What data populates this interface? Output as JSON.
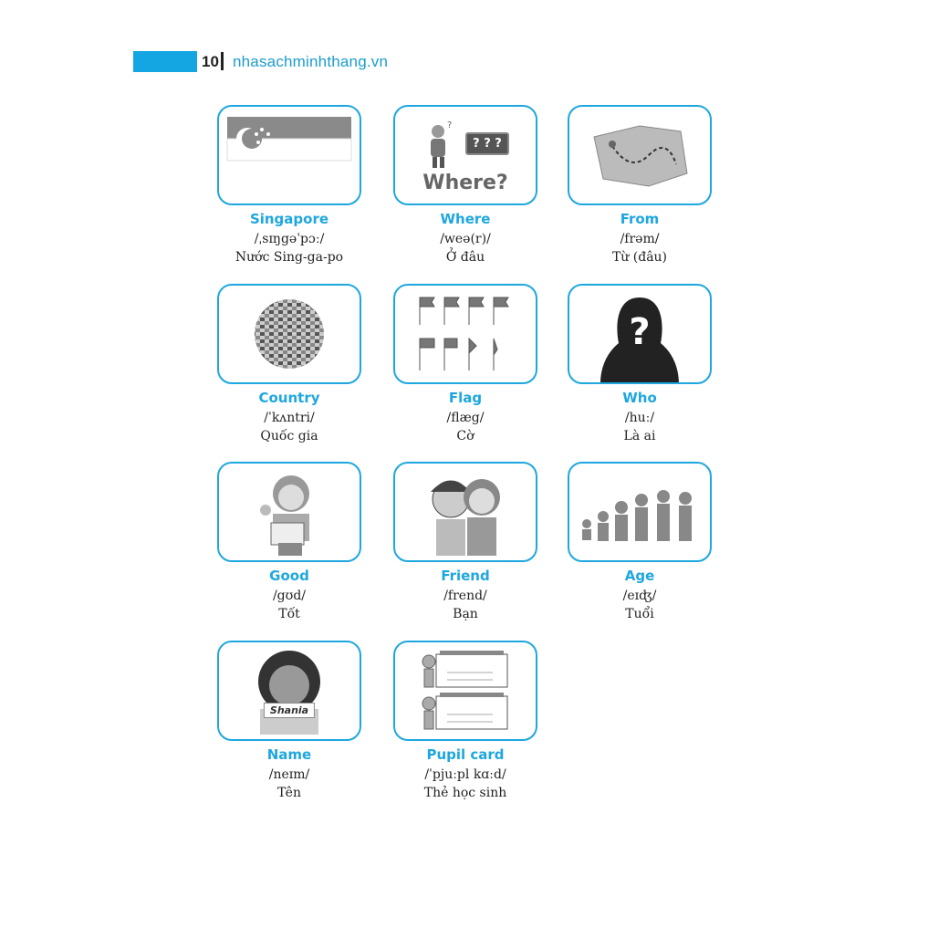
{
  "header": {
    "page_number": "10",
    "site": "nhasachminhthang.vn"
  },
  "items": [
    {
      "word": "Singapore",
      "ipa": "/ˌsɪŋgəˈpɔː/",
      "meaning": "Nước Sing-ga-po"
    },
    {
      "word": "Where",
      "ipa": "/weə(r)/",
      "meaning": "Ở đâu",
      "image_text": "Where?",
      "sign_text": "? ? ?"
    },
    {
      "word": "From",
      "ipa": "/frəm/",
      "meaning": "Từ (đâu)"
    },
    {
      "word": "Country",
      "ipa": "/ˈkʌntri/",
      "meaning": "Quốc gia"
    },
    {
      "word": "Flag",
      "ipa": "/flæg/",
      "meaning": "Cờ"
    },
    {
      "word": "Who",
      "ipa": "/huː/",
      "meaning": "Là ai",
      "image_text": "?"
    },
    {
      "word": "Good",
      "ipa": "/gʊd/",
      "meaning": "Tốt"
    },
    {
      "word": "Friend",
      "ipa": "/frend/",
      "meaning": "Bạn"
    },
    {
      "word": "Age",
      "ipa": "/eɪʤ/",
      "meaning": "Tuổi"
    },
    {
      "word": "Name",
      "ipa": "/neɪm/",
      "meaning": "Tên",
      "image_text": "Shania"
    },
    {
      "word": "Pupil card",
      "ipa": "/ˈpjuːpl kɑːd/",
      "meaning": "Thẻ học sinh"
    }
  ],
  "colors": {
    "accent": "#1ea7df"
  }
}
